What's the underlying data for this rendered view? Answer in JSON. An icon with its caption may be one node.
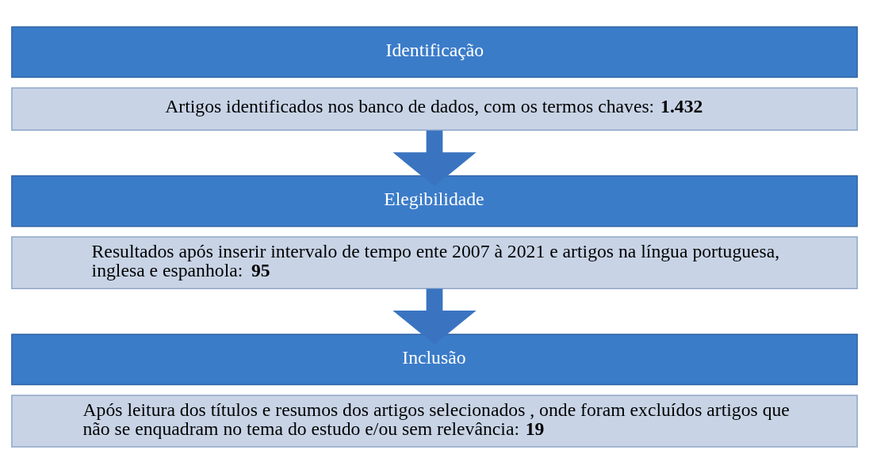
{
  "diagram": {
    "nodes": [
      {
        "text": [
          "Identificação"
        ]
      },
      {
        "text": [
          "Artigos identificados nos banco de dados, com os termos chaves: **1.432**"
        ]
      },
      {
        "text": [
          "Elegibilidade"
        ]
      },
      {
        "text": [
          "Resultados após inserir intervalo de tempo ente 2007 à 2021 e artigos na língua portuguesa, inglesa e espanhola: **95**"
        ]
      },
      {
        "text": [
          "Inclusão"
        ]
      },
      {
        "text": [
          "Após leitura dos títulos e resumos dos artigos selecionados , onde foram excluídos artigos que não se enquadram no tema do estudo e/ou sem relevância: **19**"
        ]
      }
    ],
    "edges": [
      {
        "from": 1,
        "to": 2,
        "arrow": "to"
      },
      {
        "from": 3,
        "to": 4,
        "arrow": "to"
      }
    ]
  }
}
